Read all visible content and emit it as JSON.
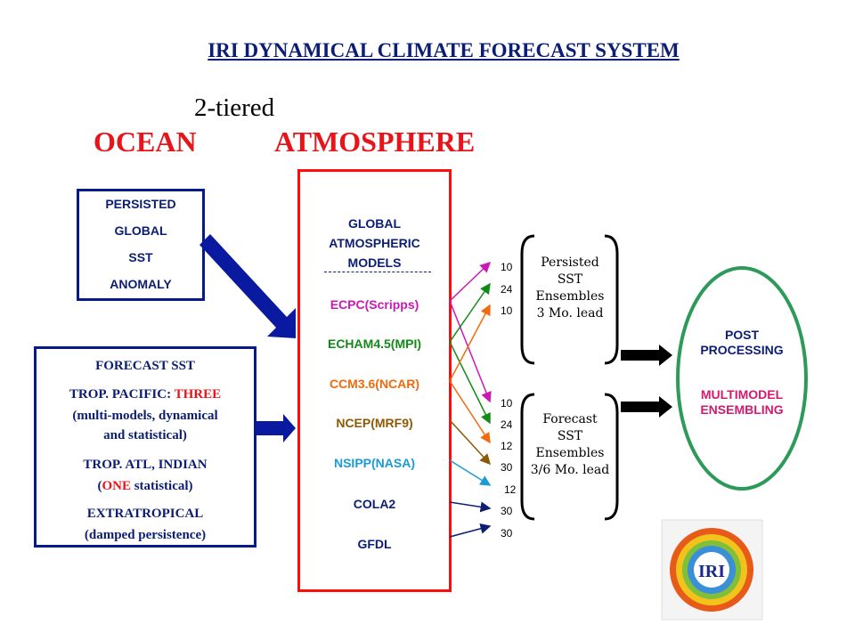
{
  "title": "IRI DYNAMICAL CLIMATE FORECAST SYSTEM",
  "subtitle": "2-tiered",
  "tiers": {
    "ocean": "OCEAN",
    "atmosphere": "ATMOSPHERE"
  },
  "persisted_box": {
    "lines": [
      "PERSISTED",
      "GLOBAL",
      "SST",
      "ANOMALY"
    ]
  },
  "forecast_box": {
    "heading": "FORECAST SST",
    "pacific_prefix": "TROP. PACIFIC: ",
    "pacific_count": "THREE",
    "pacific_detail_1": "(multi-models, dynamical",
    "pacific_detail_2": "and  statistical)",
    "atl_indian": "TROP. ATL, INDIAN",
    "atl_open": "(",
    "atl_count": "ONE",
    "atl_close": " statistical)",
    "extratropical": "EXTRATROPICAL",
    "extratropical_detail": "(damped persistence)"
  },
  "models_box": {
    "heading_lines": [
      "GLOBAL",
      "ATMOSPHERIC",
      "MODELS"
    ],
    "models": [
      {
        "name": "ECPC(Scripps)",
        "color": "#cc19b4"
      },
      {
        "name": "ECHAM4.5(MPI)",
        "color": "#138a16"
      },
      {
        "name": "CCM3.6(NCAR)",
        "color": "#f26a0c"
      },
      {
        "name": "NCEP(MRF9)",
        "color": "#8c5a06"
      },
      {
        "name": "NSIPP(NASA)",
        "color": "#1a9ad6"
      },
      {
        "name": "COLA2",
        "color": "#0b1e73"
      },
      {
        "name": "GFDL",
        "color": "#0b1e73"
      }
    ]
  },
  "persisted_leads": [
    "10",
    "24",
    "10"
  ],
  "forecast_leads": [
    "10",
    "24",
    "12",
    "30",
    "12",
    "30",
    "30"
  ],
  "persisted_ensembles": [
    "Persisted",
    "SST",
    "Ensembles",
    "3 Mo. lead"
  ],
  "forecast_ensembles": [
    "Forecast",
    "SST",
    "Ensembles",
    "3/6 Mo. lead"
  ],
  "post_processing": {
    "line1": "POST",
    "line2": "PROCESSING",
    "line3": "MULTIMODEL",
    "line4": "ENSEMBLING"
  },
  "colors": {
    "title": "#0b1e73",
    "accent_red": "#e8141a",
    "box_blue": "#071a8c",
    "ellipse_green": "#2e9a5a",
    "ensembling_magenta": "#d41a6e"
  },
  "logo": {
    "text": "IRI"
  }
}
